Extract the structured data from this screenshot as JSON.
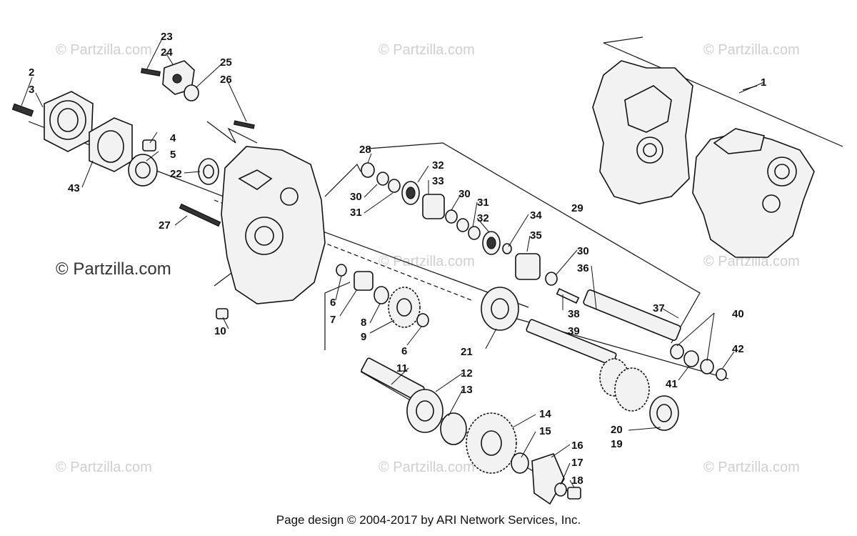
{
  "watermark_text": "© Partzilla.com",
  "footer_text": "Page design © 2004-2017 by ARI Network Services, Inc.",
  "callouts": [
    "1",
    "2",
    "3",
    "4",
    "5",
    "6",
    "6",
    "7",
    "8",
    "9",
    "10",
    "11",
    "12",
    "13",
    "14",
    "15",
    "16",
    "17",
    "18",
    "19",
    "20",
    "21",
    "22",
    "23",
    "24",
    "25",
    "26",
    "27",
    "28",
    "29",
    "30",
    "30",
    "30",
    "31",
    "31",
    "32",
    "32",
    "33",
    "34",
    "35",
    "36",
    "37",
    "38",
    "39",
    "40",
    "41",
    "42",
    "43"
  ]
}
